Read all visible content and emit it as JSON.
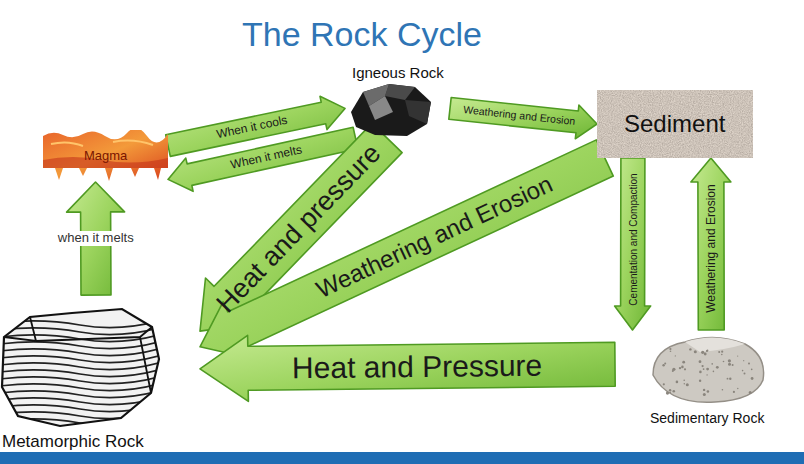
{
  "diagram": {
    "title": "The Rock Cycle",
    "nodes": [
      {
        "text": [
          "Igneous Rock"
        ]
      },
      {
        "text": [
          "Magma"
        ]
      },
      {
        "text": [
          "Sediment"
        ]
      },
      {
        "text": [
          "Metamorphic Rock"
        ]
      },
      {
        "text": [
          "Sedimentary Rock"
        ]
      }
    ],
    "edges": [
      {
        "from": 1,
        "to": 0,
        "label": "When it cools",
        "arrow": "to"
      },
      {
        "from": 0,
        "to": 1,
        "label": "When it melts",
        "arrow": "to"
      },
      {
        "from": 3,
        "to": 1,
        "label": "when it melts",
        "arrow": "to"
      },
      {
        "from": 0,
        "to": 2,
        "label": "Weathering and Erosion",
        "arrow": "to"
      },
      {
        "from": 2,
        "to": 4,
        "label": "Cementation and Compaction",
        "arrow": "to"
      },
      {
        "from": 4,
        "to": 2,
        "label": "Weathering and Erosion",
        "arrow": "to"
      },
      {
        "from": 0,
        "to": 3,
        "label": "Heat and pressure",
        "arrow": "to"
      },
      {
        "from": 2,
        "to": 3,
        "label": "Weathering and Erosion",
        "arrow": "to"
      },
      {
        "from": 4,
        "to": 3,
        "label": "Heat and Pressure",
        "arrow": "to"
      }
    ]
  }
}
